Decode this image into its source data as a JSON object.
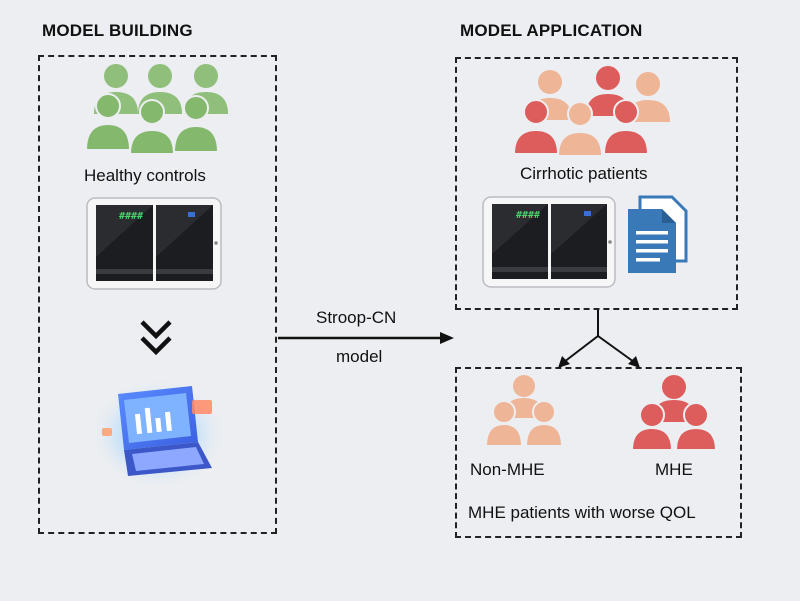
{
  "left_section": {
    "title": "MODEL BUILDING",
    "group_label": "Healthy controls",
    "tablet_screen_text": "####"
  },
  "right_section": {
    "title": "MODEL APPLICATION",
    "group_label": "Cirrhotic patients",
    "tablet_screen_text": "####",
    "outcomes": {
      "left_label": "Non-MHE",
      "right_label": "MHE",
      "caption": "MHE patients with worse QOL"
    }
  },
  "arrow": {
    "label_line1": "Stroop-CN",
    "label_line2": "model"
  },
  "colors": {
    "healthy_green": "#8fbf7a",
    "patient_red": "#dd5c5c",
    "patient_peach": "#efb597",
    "document_blue": "#3a79b8",
    "laptop_blue": "#4a7bf0"
  },
  "icons": {
    "people_left": "people-group-icon",
    "document": "document-icon",
    "chevrons": "double-chevron-down-icon",
    "laptop": "laptop-chart-icon"
  }
}
